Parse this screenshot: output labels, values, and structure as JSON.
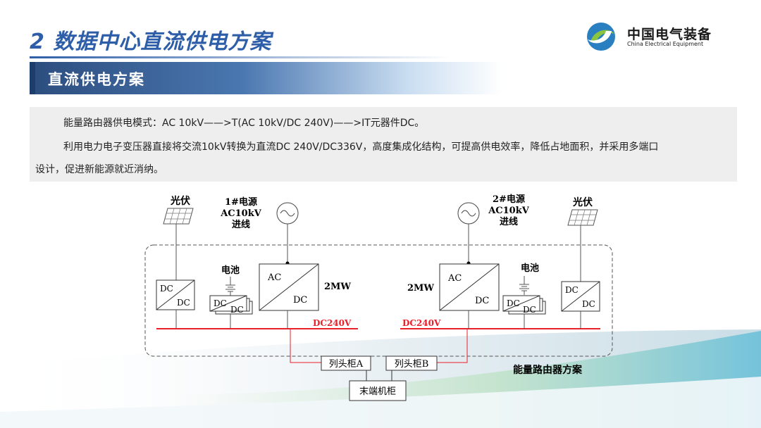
{
  "header": {
    "title": "2  数据中心直流供电方案",
    "logo_cn": "中国电气装备",
    "logo_en": "China Electrical Equipment"
  },
  "section": {
    "title": "直流供电方案"
  },
  "description": {
    "line1": "能量路由器供电模式：AC 10kV——>T(AC 10kV/DC 240V)——>IT元器件DC。",
    "line2a": "利用电力电子变压器直接将交流10kV转换为直流DC 240V/DC336V，高度集成化结构，可提高供电效率，降低占地面积，并采用多端口",
    "line2b": "设计，促进新能源就近消纳。"
  },
  "diagram": {
    "pv_left": "光伏",
    "pv_right": "光伏",
    "source1": [
      "1#电源",
      "AC10kV",
      "进线"
    ],
    "source2": [
      "2#电源",
      "AC10kV",
      "进线"
    ],
    "battery_left": "电池",
    "battery_right": "电池",
    "dc": "DC",
    "ac": "AC",
    "power_left": "2MW",
    "power_right": "2MW",
    "bus_left": "DC240V",
    "bus_right": "DC240V",
    "cabinet_a": "列头柜A",
    "cabinet_b": "列头柜B",
    "end_cabinet": "末端机柜",
    "scheme_label": "能量路由器方案"
  },
  "colors": {
    "title_blue": "#2e5ea8",
    "bus_red": "#e8202a",
    "section_dark": "#2c4d7e"
  }
}
